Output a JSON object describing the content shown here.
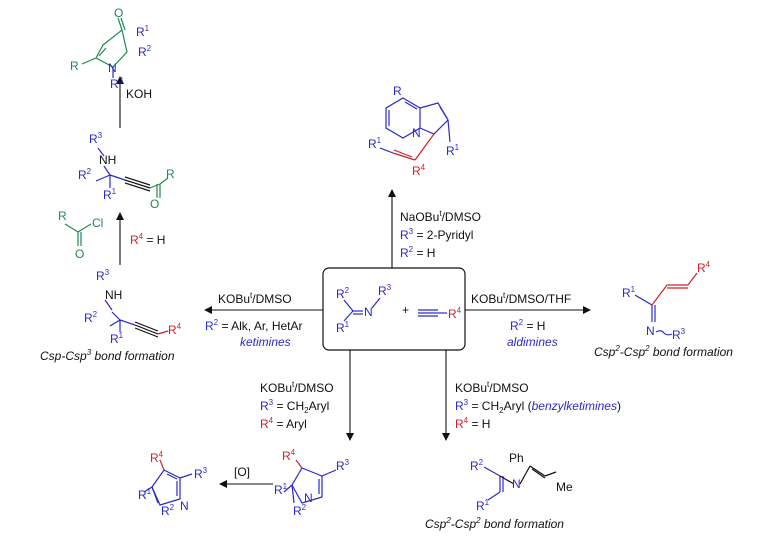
{
  "colors": {
    "blue": "#2a2acb",
    "red": "#d0202a",
    "green": "#1e8a4e",
    "black": "#111111",
    "italic_blue": "#2a2acb"
  },
  "center": {
    "r2": "R",
    "r2sup": "2",
    "r1": "R",
    "r1sup": "1",
    "n": "N",
    "r3": "R",
    "r3sup": "3",
    "plus": "+",
    "r4": "R",
    "r4sup": "4"
  },
  "top": {
    "reagent": "NaOBu",
    "reagent_sup": "t",
    "reagent_tail": "/DMSO",
    "cond1": "R",
    "cond1_sup": "3",
    "cond1_tail": " = 2-Pyridyl",
    "cond2": "R",
    "cond2_sup": "2",
    "cond2_tail": " = H",
    "product": {
      "r": "R",
      "n": "N",
      "r1a": "R",
      "r1a_sup": "1",
      "r1b": "R",
      "r1b_sup": "1",
      "r4": "R",
      "r4_sup": "4"
    }
  },
  "left": {
    "reagent": "KOBu",
    "reagent_sup": "t",
    "reagent_tail": "/DMSO",
    "cond": "R",
    "cond_sup": "2",
    "cond_tail": " = Alk, Ar, HetAr",
    "class": "ketimines",
    "caption": "Csp-Csp",
    "caption_sup": "3",
    "caption_tail": " bond formation",
    "product": {
      "r3": "R",
      "r3sup": "3",
      "nh": "NH",
      "r2": "R",
      "r2sup": "2",
      "r1": "R",
      "r1sup": "1",
      "r4": "R",
      "r4sup": "4"
    }
  },
  "left_up": {
    "acyl": {
      "r": "R",
      "cl": "Cl",
      "o": "O"
    },
    "cond": "R",
    "cond_sup": "4",
    "cond_tail": " = H",
    "product": {
      "r3": "R",
      "r3sup": "3",
      "nh": "NH",
      "r2": "R",
      "r2sup": "2",
      "r1": "R",
      "r1sup": "1",
      "r": "R",
      "o": "O"
    }
  },
  "koh": {
    "reagent": "KOH",
    "product": {
      "o": "O",
      "r1": "R",
      "r1sup": "1",
      "r2": "R",
      "r2sup": "2",
      "r": "R",
      "n": "N",
      "r3": "R",
      "r3sup": "3"
    }
  },
  "right": {
    "reagent": "KOBu",
    "reagent_sup": "t",
    "reagent_tail": "/DMSO/THF",
    "cond": "R",
    "cond_sup": "2",
    "cond_tail": " = H",
    "class": "aldimines",
    "caption": "Csp",
    "caption_sup1": "2",
    "caption_mid": "-Csp",
    "caption_sup2": "2",
    "caption_tail": " bond formation",
    "product": {
      "r1": "R",
      "r1sup": "1",
      "n": "N",
      "r3": "R",
      "r3sup": "3",
      "r4": "R",
      "r4sup": "4"
    }
  },
  "bottom_left": {
    "reagent": "KOBu",
    "reagent_sup": "t",
    "reagent_tail": "/DMSO",
    "cond1": "R",
    "cond1_sup": "3",
    "cond1_tail": " = CH",
    "cond1_sub": "2",
    "cond1_end": "Aryl",
    "cond2": "R",
    "cond2_sup": "4",
    "cond2_tail": " = Aryl",
    "ox": "[O]",
    "prodA": {
      "r4": "R",
      "r4sup": "4",
      "r1": "R",
      "r1sup": "1",
      "n": "N",
      "r3": "R",
      "r3sup": "3",
      "r2": "R",
      "r2sup": "2"
    },
    "prodB": {
      "r4": "R",
      "r4sup": "4",
      "r1": "R",
      "r1sup": "1",
      "n": "N",
      "r3": "R",
      "r3sup": "3",
      "r2": "R",
      "r2sup": "2"
    }
  },
  "bottom_right": {
    "reagent": "KOBu",
    "reagent_sup": "t",
    "reagent_tail": "/DMSO",
    "cond1": "R",
    "cond1_sup": "3",
    "cond1_tail": " = CH",
    "cond1_sub": "2",
    "cond1_end": "Aryl (",
    "cond1_italic": "benzylketimines",
    "cond1_close": ")",
    "cond2": "R",
    "cond2_sup": "4",
    "cond2_tail": " = H",
    "caption": "Csp",
    "caption_sup1": "2",
    "caption_mid": "-Csp",
    "caption_sup2": "2",
    "caption_tail": " bond formation",
    "product": {
      "ph": "Ph",
      "r2": "R",
      "r2sup": "2",
      "n": "N",
      "r1": "R",
      "r1sup": "1",
      "me": "Me"
    }
  }
}
